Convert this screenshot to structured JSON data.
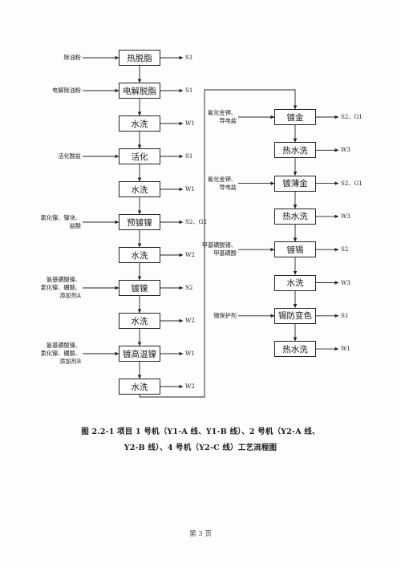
{
  "left_column": [
    {
      "name": "热脱脂",
      "input": "除油粉",
      "output": "S1"
    },
    {
      "name": "电解脱脂",
      "input": "电解除油粉",
      "output": "S1"
    },
    {
      "name": "水洗",
      "input": "",
      "output": "W1"
    },
    {
      "name": "活化",
      "input": "活化酸盐",
      "output": "S1"
    },
    {
      "name": "水洗",
      "input": "",
      "output": "W1"
    },
    {
      "name": "预镀镍",
      "input": "氯化镍、镍块、盐酸",
      "output": "S2、G2"
    },
    {
      "name": "水洗",
      "input": "",
      "output": "W2"
    },
    {
      "name": "镀镍",
      "input": "氨基磺酸镍、氯化镍、硼酸、添加剂A",
      "output": "S2"
    },
    {
      "name": "水洗",
      "input": "",
      "output": "W2"
    },
    {
      "name": "镀高温镍",
      "input": "氨基磺酸镍、氯化镍、硼酸、添加剂B",
      "output": "W1"
    },
    {
      "name": "水洗",
      "input": "",
      "output": "W2"
    }
  ],
  "right_column": [
    {
      "name": "镀金",
      "input": "氰化金钾、导电盐",
      "output": "S2、G1"
    },
    {
      "name": "热水洗",
      "input": "",
      "output": "W3"
    },
    {
      "name": "镀薄金",
      "input": "氰化金钾、导电盐",
      "output": "S2、G1"
    },
    {
      "name": "热水洗",
      "input": "",
      "output": "W3"
    },
    {
      "name": "镀锡",
      "input": "甲基磺酸锡、甲基磺酸",
      "output": "S2"
    },
    {
      "name": "水洗",
      "input": "",
      "output": "W3"
    },
    {
      "name": "锡防变色",
      "input": "锡保护剂",
      "output": "S1"
    },
    {
      "name": "热水洗",
      "input": "",
      "output": "W1"
    }
  ],
  "caption_line1": "图 2.2-1 项目 1 号机（Y1-A 线、Y1-B 线）、2 号机（Y2-A 线、",
  "caption_line2": "Y2-B 线）、4 号机（Y2-C 线）工艺流程图",
  "page_number": "第 3 页"
}
